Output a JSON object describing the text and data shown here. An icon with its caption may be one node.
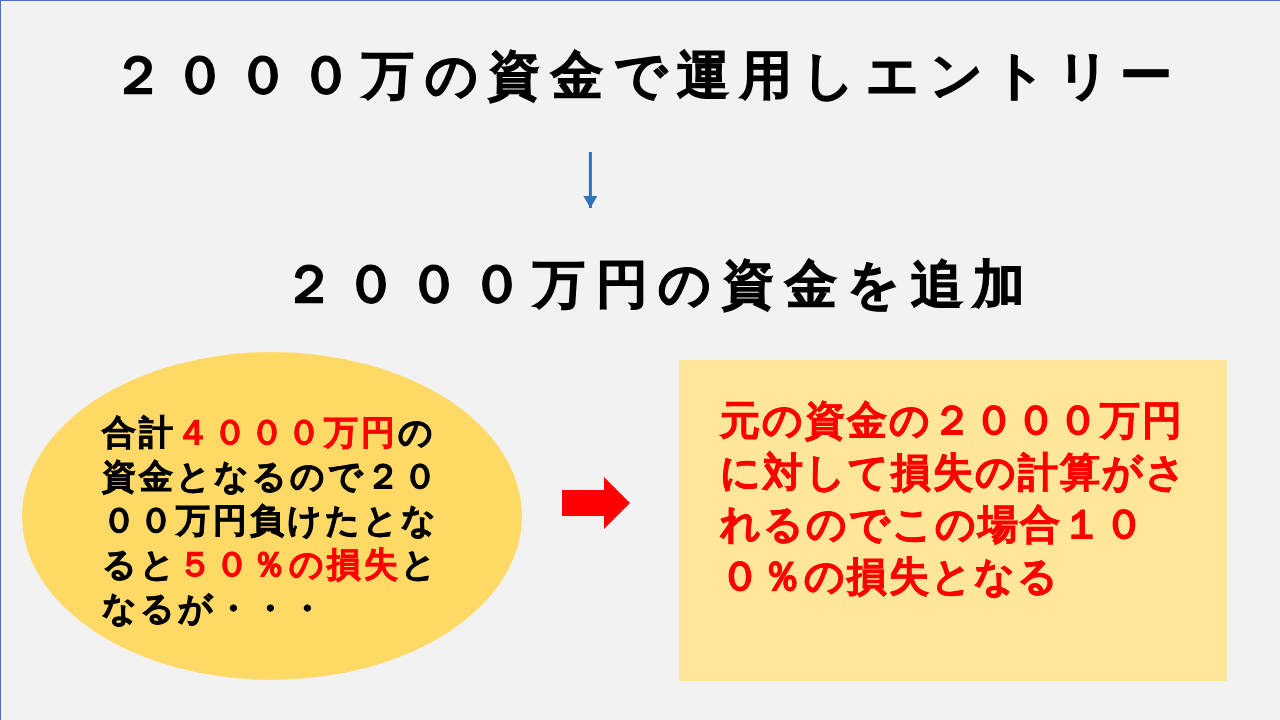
{
  "diagram": {
    "nodes": [
      {
        "text": [
          "２０００万の資金で運用しエントリー"
        ]
      },
      {
        "text": [
          "２０００万円の資金を追加"
        ]
      },
      {
        "text": [
          "合計**４０００万円**の資金となるので２０００万円負けたとなると**５０％の損失**となるが・・・"
        ]
      },
      {
        "text": [
          "元の資金の２０００万円に対して損失の計算がされるのでこの場合１００％の損失となる"
        ]
      }
    ],
    "edges": [
      {
        "from": 0,
        "to": 1,
        "arrow": "to",
        "color": "#2e75b6"
      },
      {
        "from": 2,
        "to": 3,
        "arrow": "to",
        "style": "thick",
        "color": "#ff0000"
      }
    ]
  }
}
